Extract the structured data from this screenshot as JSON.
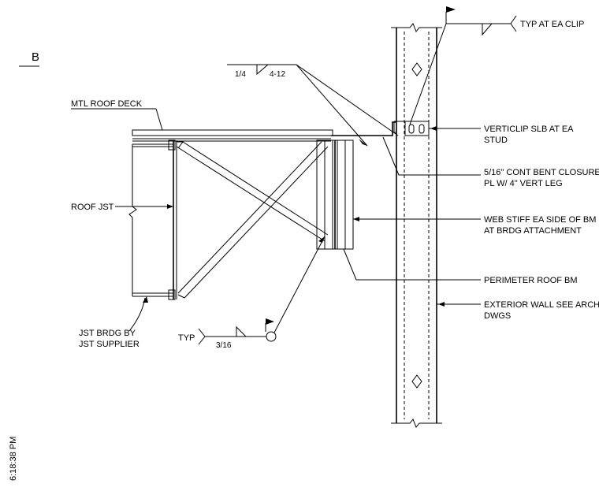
{
  "detail": {
    "mark": "B"
  },
  "timestamp": "6:18:38 PM",
  "labels": {
    "typ_clip": "TYP AT EA CLIP",
    "weld_top_size": "1/4",
    "weld_top_len": "4-12",
    "mtl_roof_deck": "MTL ROOF DECK",
    "verticlip_1": "VERTICLIP SLB  AT EA",
    "verticlip_2": "STUD",
    "closure_1": "5/16\" CONT BENT CLOSURE",
    "closure_2": "PL W/ 4\" VERT LEG",
    "roof_jst": "ROOF JST",
    "web_stiff_1": "WEB STIFF EA SIDE OF BM",
    "web_stiff_2": "AT BRDG ATTACHMENT",
    "perimeter": "PERIMETER ROOF BM",
    "ext_wall_1": "EXTERIOR WALL SEE ARCH",
    "ext_wall_2": "DWGS",
    "jst_brdg_1": "JST BRDG BY",
    "jst_brdg_2": "JST SUPPLIER",
    "typ": "TYP",
    "weld_bot_size": "3/16"
  }
}
